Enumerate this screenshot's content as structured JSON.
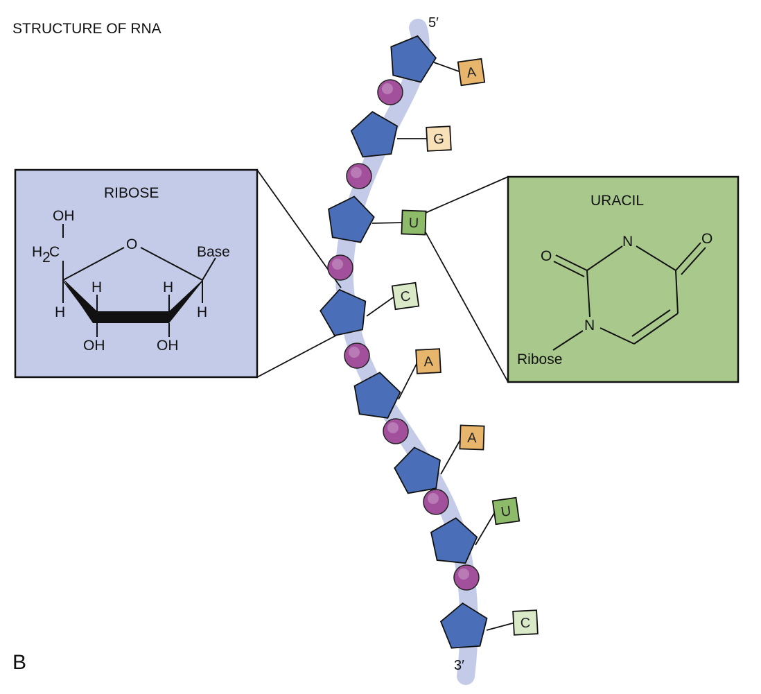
{
  "title": "STRUCTURE OF RNA",
  "panel_letter": "B",
  "strand": {
    "end_top": "5′",
    "end_bottom": "3′",
    "backbone_color": "#c3cbe8",
    "sugar_color": "#4a6fb8",
    "phosphate_color": "#a24f9c"
  },
  "bases": [
    {
      "letter": "A",
      "color": "#e8b56c"
    },
    {
      "letter": "G",
      "color": "#f8e0b8"
    },
    {
      "letter": "U",
      "color": "#8ebb6a"
    },
    {
      "letter": "C",
      "color": "#daeac8"
    },
    {
      "letter": "A",
      "color": "#e8b56c"
    },
    {
      "letter": "A",
      "color": "#e8b56c"
    },
    {
      "letter": "U",
      "color": "#8ebb6a"
    },
    {
      "letter": "C",
      "color": "#daeac8"
    }
  ],
  "ribose_panel": {
    "title": "RIBOSE",
    "background": "#c4cbe8",
    "atoms": {
      "oh_top": "OH",
      "h2c_h": "H",
      "h2c_sub": "2",
      "h2c_c": "C",
      "ring_o": "O",
      "base": "Base",
      "h_left_ring": "H",
      "h_right_ring": "H",
      "h_left_down": "H",
      "h_right_down": "H",
      "oh_left": "OH",
      "oh_right": "OH"
    }
  },
  "uracil_panel": {
    "title": "URACIL",
    "background": "#a8c88c",
    "atoms": {
      "n_top": "N",
      "n_bottom": "N",
      "o_left": "O",
      "o_right": "O",
      "ribose": "Ribose"
    }
  }
}
